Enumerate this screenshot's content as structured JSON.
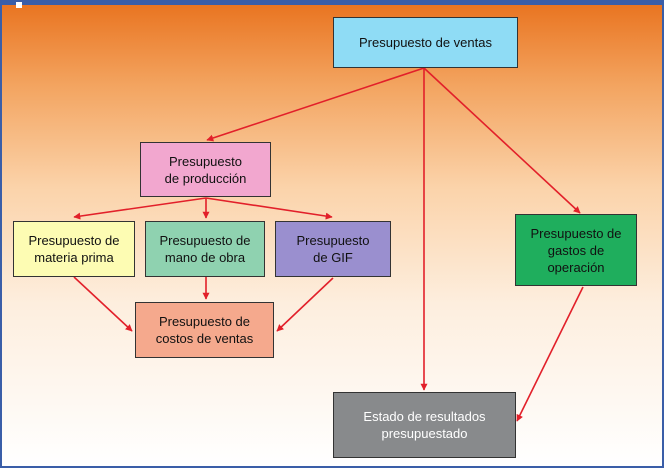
{
  "diagram": {
    "nodes": {
      "ventas": "Presupuesto de ventas",
      "produccion": "Presupuesto\nde producción",
      "materia_prima": "Presupuesto de\nmateria prima",
      "mano_obra": "Presupuesto de\nmano de obra",
      "gif": "Presupuesto\nde GIF",
      "costos_ventas": "Presupuesto de\ncostos de ventas",
      "gastos_operacion": "Presupuesto de\ngastos de\noperación",
      "estado_resultados": "Estado de resultados\npresupuestado"
    },
    "edges": [
      {
        "from": "ventas",
        "to": "produccion"
      },
      {
        "from": "ventas",
        "to": "gastos_operacion"
      },
      {
        "from": "ventas",
        "to": "estado_resultados"
      },
      {
        "from": "produccion",
        "to": "materia_prima"
      },
      {
        "from": "produccion",
        "to": "mano_obra"
      },
      {
        "from": "produccion",
        "to": "gif"
      },
      {
        "from": "materia_prima",
        "to": "costos_ventas"
      },
      {
        "from": "mano_obra",
        "to": "costos_ventas"
      },
      {
        "from": "gif",
        "to": "costos_ventas"
      },
      {
        "from": "gastos_operacion",
        "to": "estado_resultados"
      }
    ],
    "colors": {
      "arrow": "#e2202a",
      "ventas": "#8fdcf5",
      "produccion": "#f2a7cf",
      "materia_prima": "#fdfcb3",
      "mano_obra": "#8fd2b0",
      "gif": "#9a8fcf",
      "costos_ventas": "#f5a98d",
      "gastos_operacion": "#1fae5d",
      "estado_resultados": "#888a8c",
      "frame_border": "#3a5ea8"
    }
  }
}
